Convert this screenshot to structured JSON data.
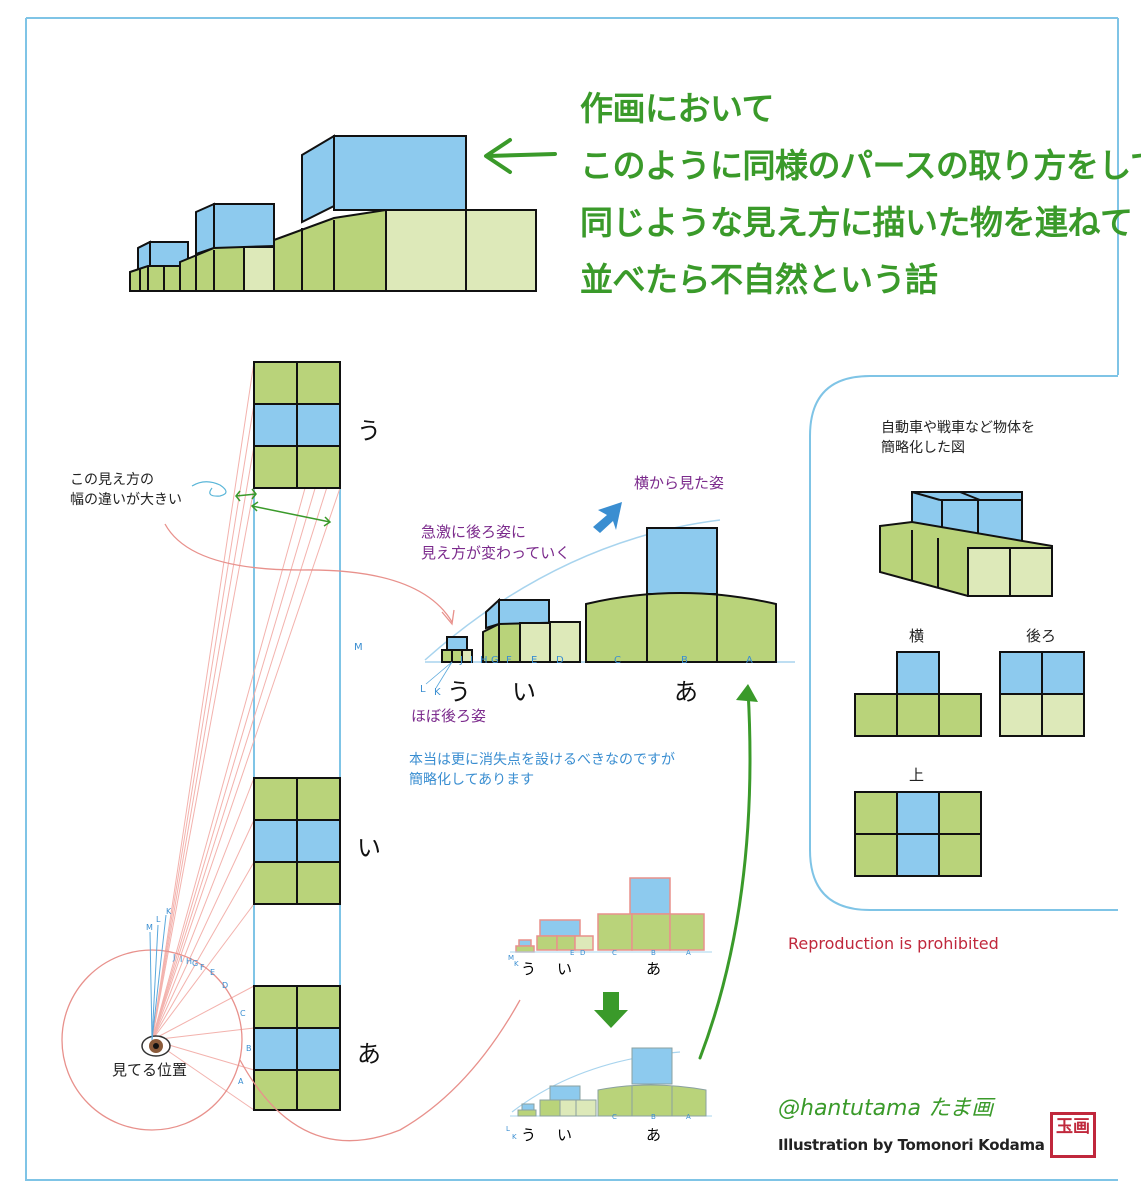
{
  "heading": {
    "line1": "作画において",
    "line2": "このように同様のパースの取り方をして",
    "line3": "同じような見え方に描いた物を連ねて",
    "line4": "並べたら不自然という話"
  },
  "labels": {
    "u": "う",
    "i": "い",
    "a": "あ",
    "view_width_line1": "この見え方の",
    "view_width_line2": "幅の違いが大きい",
    "viewer_position": "見てる位置",
    "side_view_title": "横から見た姿",
    "sudden_back_line1": "急激に後ろ姿に",
    "sudden_back_line2": "見え方が変わっていく",
    "almost_back": "ほぼ後ろ姿",
    "note_line1": "本当は更に消失点を設けるべきなのですが",
    "note_line2": "簡略化してあります",
    "panel_title_line1": "自動車や戦車など物体を",
    "panel_title_line2": "簡略化した図",
    "side": "横",
    "back": "後ろ",
    "top": "上",
    "reproduction": "Reproduction is prohibited",
    "handle": "@hantutama たま画",
    "credit": "Illustration by Tomonori Kodama",
    "seal": "玉画"
  },
  "letters": [
    "A",
    "B",
    "C",
    "D",
    "E",
    "F",
    "G",
    "H",
    "I",
    "J",
    "K",
    "L",
    "M"
  ],
  "colors": {
    "green": "#b9d37a",
    "light_green": "#dde9b9",
    "blue": "#8dcaee",
    "outline": "#111111",
    "red_line": "#e8918c",
    "sky_blue": "#5aa8dc",
    "arrow_green": "#3a9a2a",
    "purple": "#7b2a8c"
  }
}
